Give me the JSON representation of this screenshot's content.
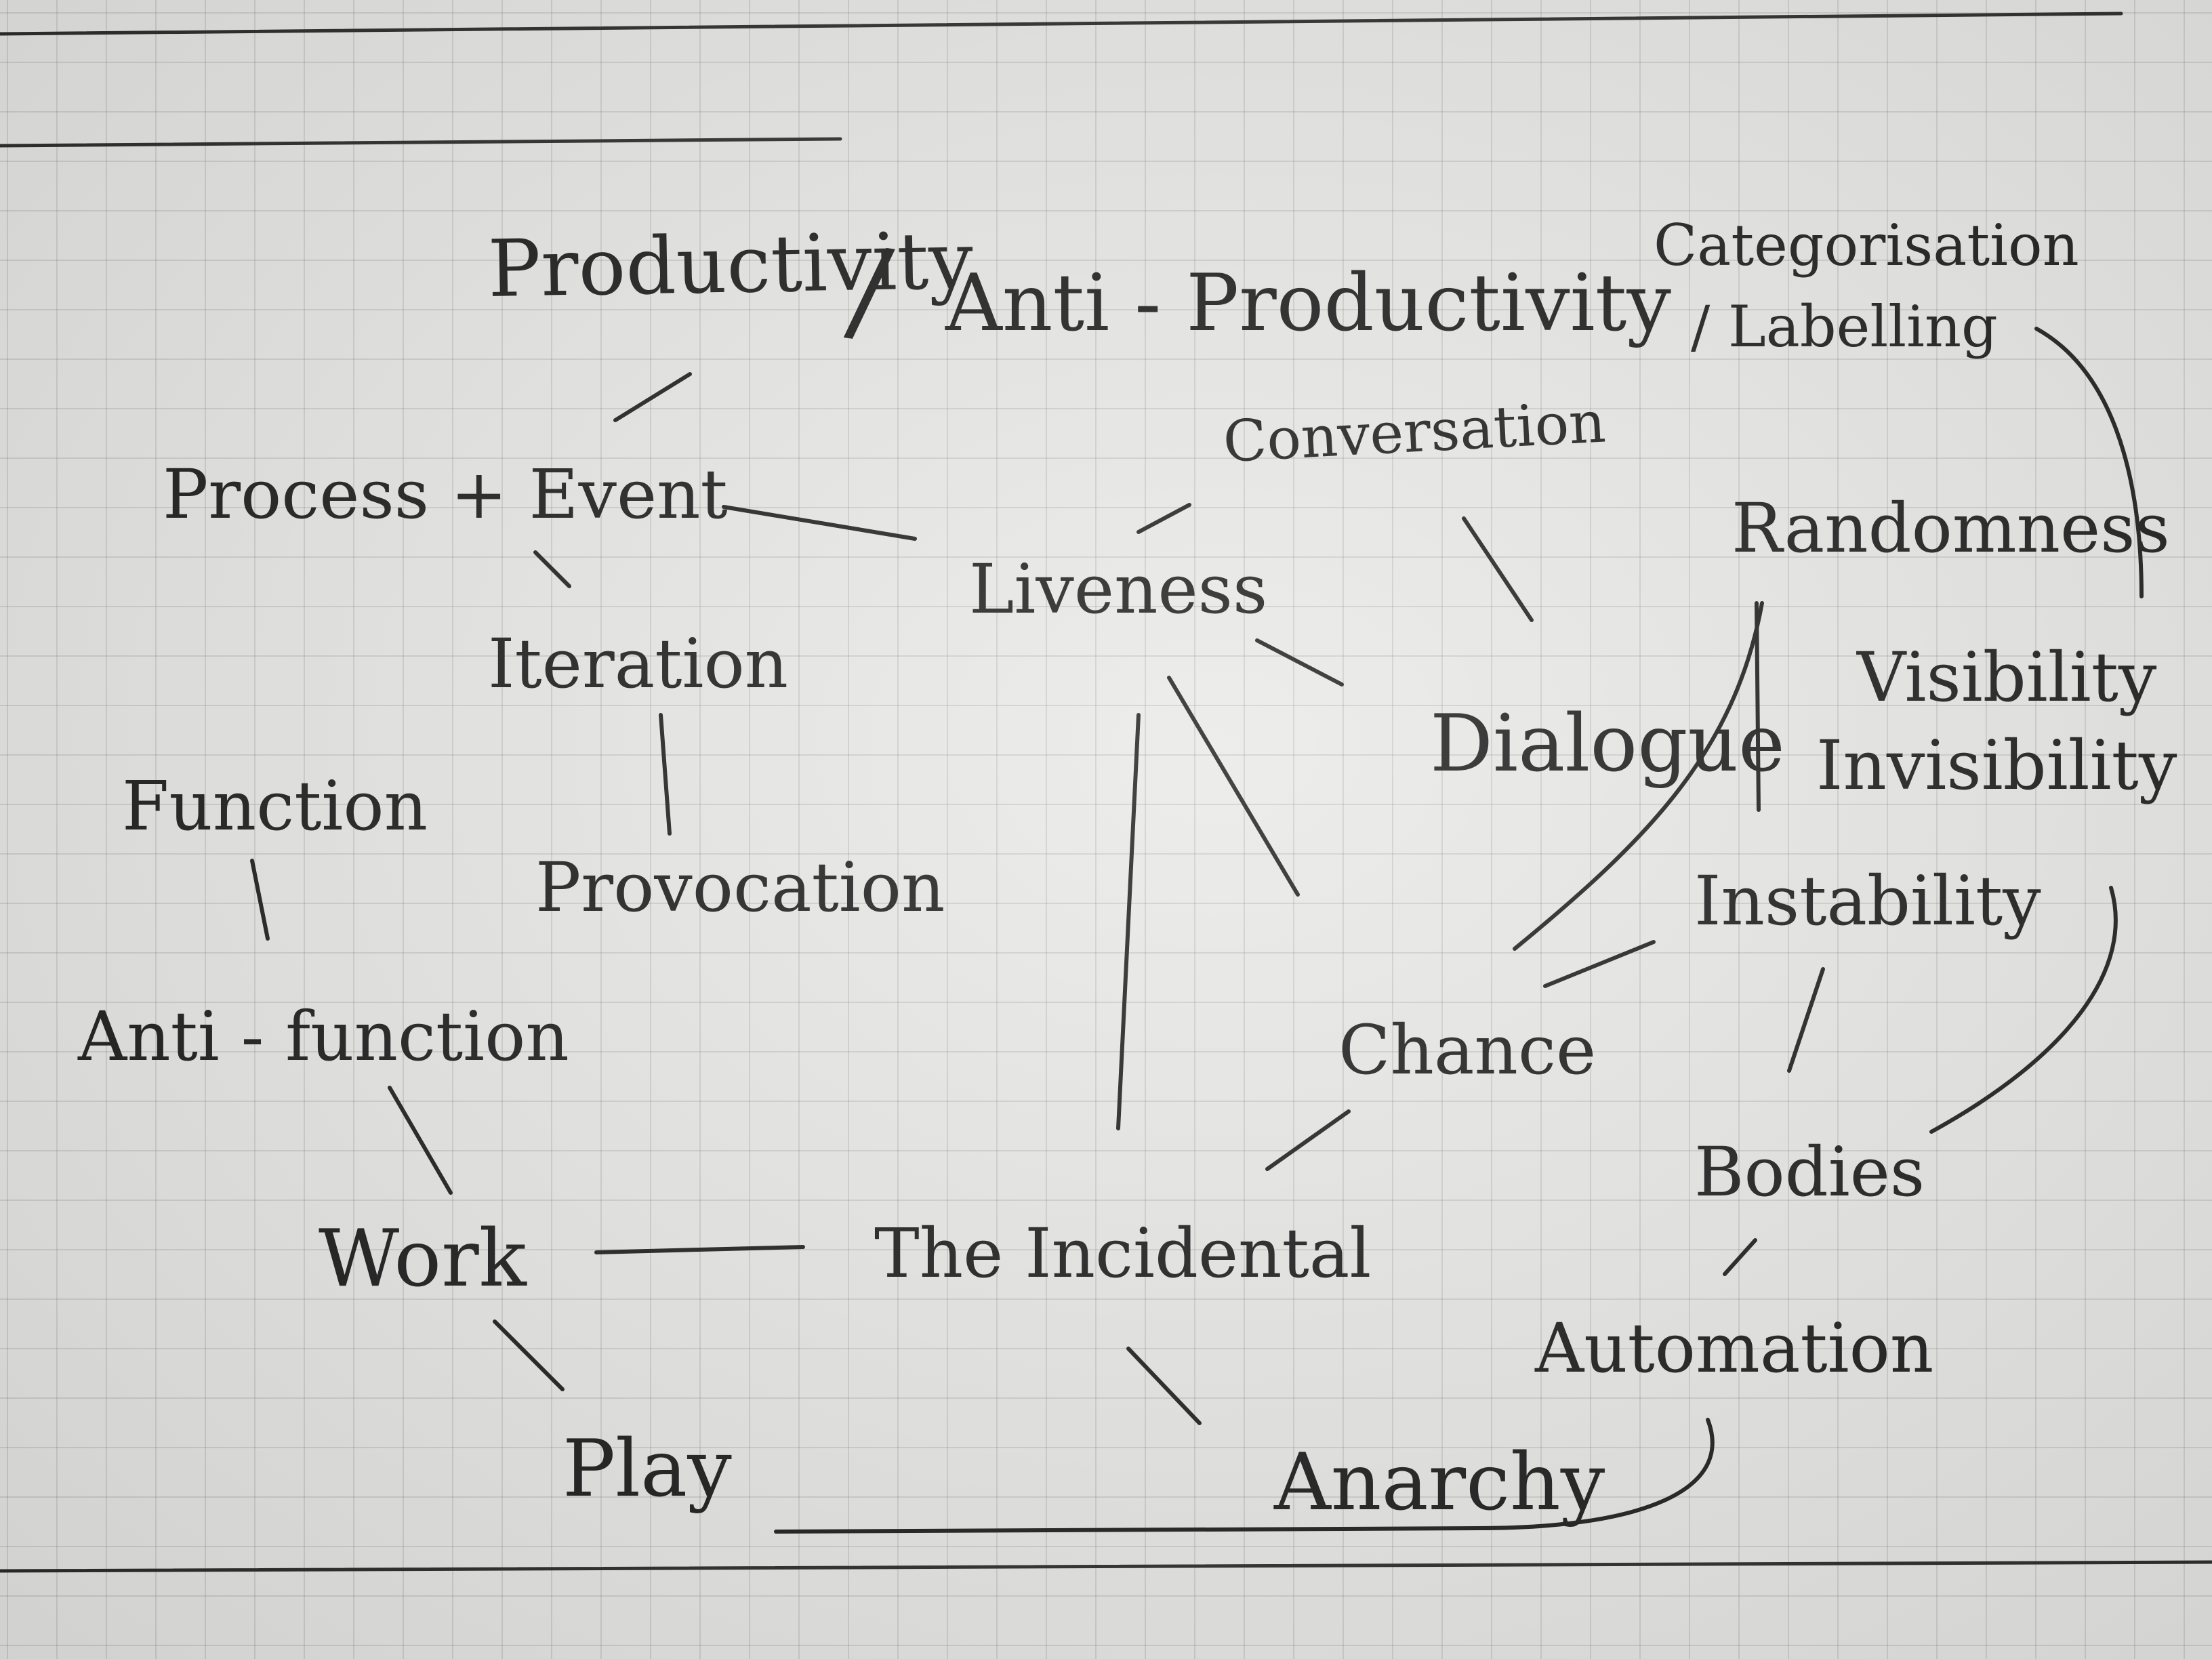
{
  "page": {
    "paper_color": "#e9e9e7",
    "ink_color": "#1a1a1a"
  },
  "concepts": {
    "productivity": "Productivity",
    "divider": "/",
    "anti_productivity": "Anti - Productivity",
    "categorisation": "Categorisation",
    "labelling": "/ Labelling",
    "process_event": "Process + Event",
    "conversation": "Conversation",
    "randomness": "Randomness",
    "liveness": "Liveness",
    "iteration": "Iteration",
    "dialogue": "Dialogue",
    "visibility": "Visibility",
    "invisibility": "Invisibility",
    "function": "Function",
    "provocation": "Provocation",
    "instability": "Instability",
    "anti_function": "Anti - function",
    "chance": "Chance",
    "bodies": "Bodies",
    "work": "Work",
    "the_incidental": "The Incidental",
    "automation": "Automation",
    "play": "Play",
    "anarchy": "Anarchy"
  }
}
